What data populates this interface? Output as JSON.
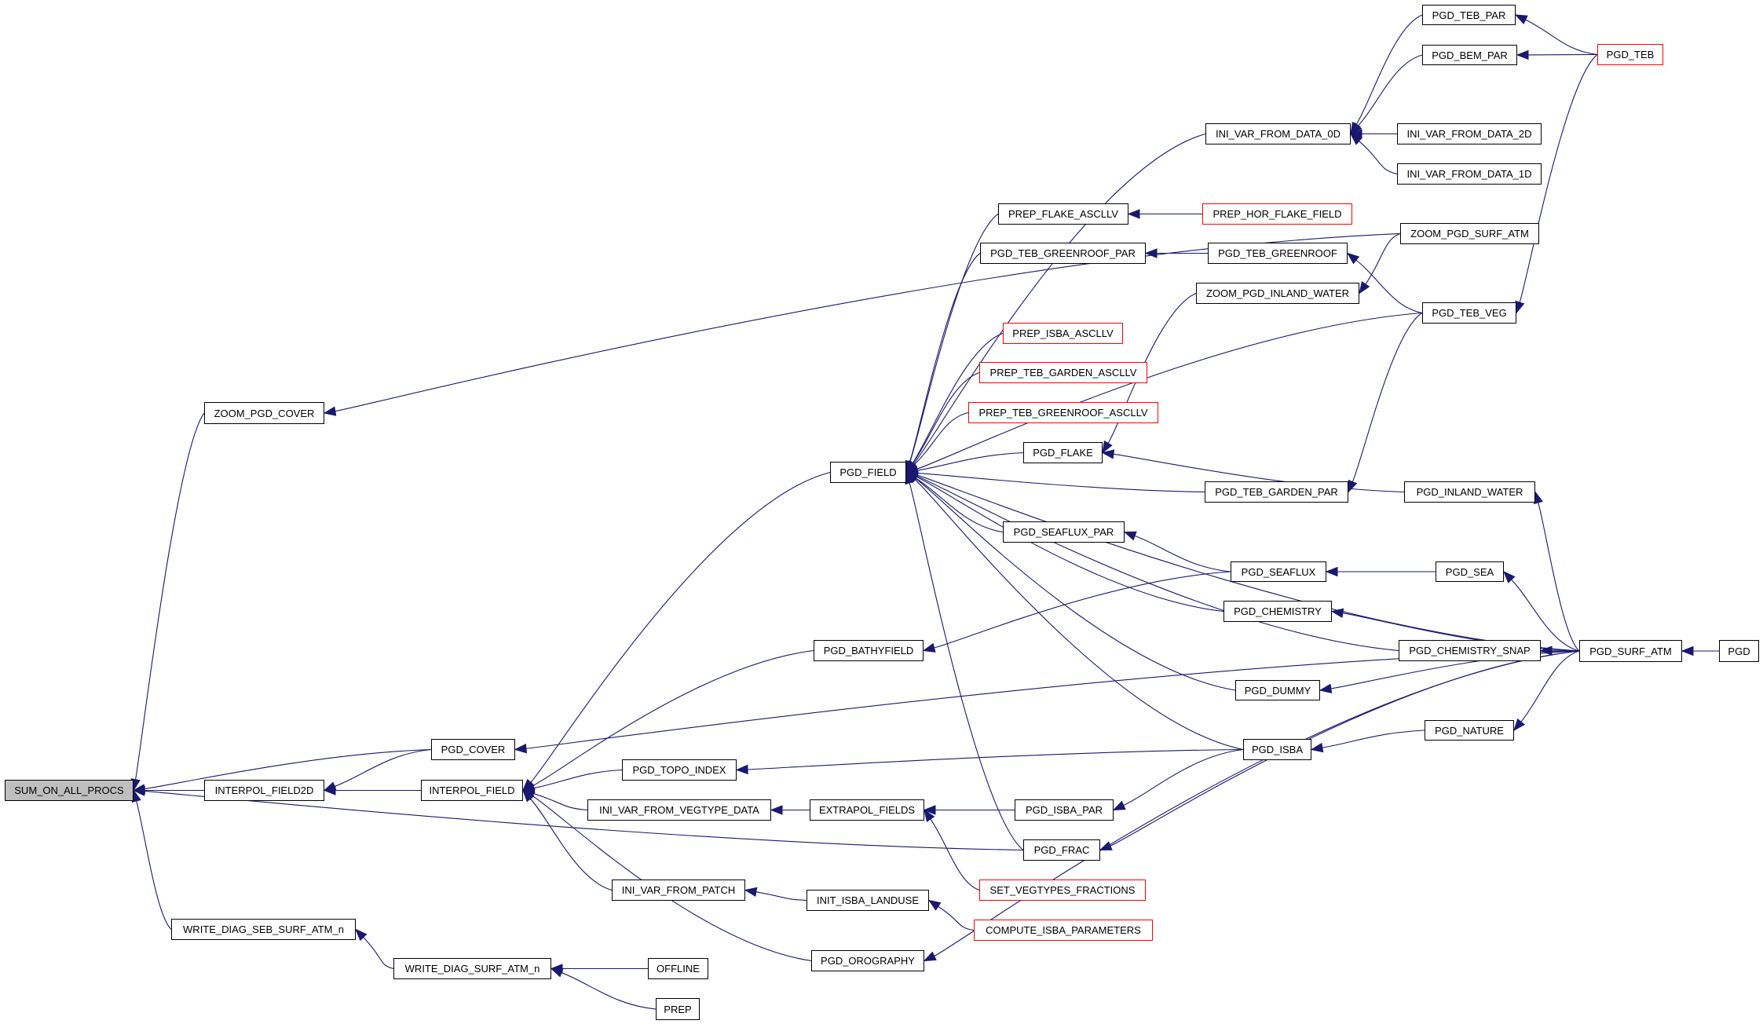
{
  "graph": {
    "type": "caller-graph",
    "root": "SUM_ON_ALL_PROCS",
    "colors": {
      "edge": "#191970",
      "current_fill": "#bfbfbf",
      "truncated_border": "#ff0000",
      "node_border": "#000000"
    },
    "nodes": [
      {
        "id": "SUM_ON_ALL_PROCS",
        "label": "SUM_ON_ALL_PROCS",
        "current": true
      },
      {
        "id": "ZOOM_PGD_COVER",
        "label": "ZOOM_PGD_COVER"
      },
      {
        "id": "INTERPOL_FIELD2D",
        "label": "INTERPOL_FIELD2D"
      },
      {
        "id": "WRITE_DIAG_SEB_SURF_ATM_n",
        "label": "WRITE_DIAG_SEB_SURF_ATM_n"
      },
      {
        "id": "PGD_COVER",
        "label": "PGD_COVER"
      },
      {
        "id": "INTERPOL_FIELD",
        "label": "INTERPOL_FIELD"
      },
      {
        "id": "WRITE_DIAG_SURF_ATM_n",
        "label": "WRITE_DIAG_SURF_ATM_n"
      },
      {
        "id": "PGD_TOPO_INDEX",
        "label": "PGD_TOPO_INDEX"
      },
      {
        "id": "INI_VAR_FROM_VEGTYPE_DATA",
        "label": "INI_VAR_FROM_VEGTYPE_DATA"
      },
      {
        "id": "INI_VAR_FROM_PATCH",
        "label": "INI_VAR_FROM_PATCH"
      },
      {
        "id": "OFFLINE",
        "label": "OFFLINE"
      },
      {
        "id": "PREP",
        "label": "PREP"
      },
      {
        "id": "PGD_FIELD",
        "label": "PGD_FIELD"
      },
      {
        "id": "PGD_BATHYFIELD",
        "label": "PGD_BATHYFIELD"
      },
      {
        "id": "EXTRAPOL_FIELDS",
        "label": "EXTRAPOL_FIELDS"
      },
      {
        "id": "INIT_ISBA_LANDUSE",
        "label": "INIT_ISBA_LANDUSE"
      },
      {
        "id": "PGD_OROGRAPHY",
        "label": "PGD_OROGRAPHY"
      },
      {
        "id": "PREP_FLAKE_ASCLLV",
        "label": "PREP_FLAKE_ASCLLV"
      },
      {
        "id": "PGD_TEB_GREENROOF_PAR",
        "label": "PGD_TEB_GREENROOF_PAR"
      },
      {
        "id": "PREP_ISBA_ASCLLV",
        "label": "PREP_ISBA_ASCLLV",
        "truncated": true
      },
      {
        "id": "PREP_TEB_GARDEN_ASCLLV",
        "label": "PREP_TEB_GARDEN_ASCLLV",
        "truncated": true
      },
      {
        "id": "PREP_TEB_GREENROOF_ASCLLV",
        "label": "PREP_TEB_GREENROOF_ASCLLV",
        "truncated": true
      },
      {
        "id": "PGD_FLAKE",
        "label": "PGD_FLAKE"
      },
      {
        "id": "PGD_SEAFLUX_PAR",
        "label": "PGD_SEAFLUX_PAR"
      },
      {
        "id": "PGD_ISBA_PAR",
        "label": "PGD_ISBA_PAR"
      },
      {
        "id": "PGD_FRAC",
        "label": "PGD_FRAC"
      },
      {
        "id": "SET_VEGTYPES_FRACTIONS",
        "label": "SET_VEGTYPES_FRACTIONS",
        "truncated": true
      },
      {
        "id": "COMPUTE_ISBA_PARAMETERS",
        "label": "COMPUTE_ISBA_PARAMETERS",
        "truncated": true
      },
      {
        "id": "INI_VAR_FROM_DATA_0D",
        "label": "INI_VAR_FROM_DATA_0D"
      },
      {
        "id": "PREP_HOR_FLAKE_FIELD",
        "label": "PREP_HOR_FLAKE_FIELD",
        "truncated": true
      },
      {
        "id": "PGD_TEB_GREENROOF",
        "label": "PGD_TEB_GREENROOF"
      },
      {
        "id": "ZOOM_PGD_INLAND_WATER",
        "label": "ZOOM_PGD_INLAND_WATER"
      },
      {
        "id": "PGD_TEB_GARDEN_PAR",
        "label": "PGD_TEB_GARDEN_PAR"
      },
      {
        "id": "PGD_SEAFLUX",
        "label": "PGD_SEAFLUX"
      },
      {
        "id": "PGD_CHEMISTRY",
        "label": "PGD_CHEMISTRY"
      },
      {
        "id": "PGD_DUMMY",
        "label": "PGD_DUMMY"
      },
      {
        "id": "PGD_ISBA",
        "label": "PGD_ISBA"
      },
      {
        "id": "PGD_TEB_PAR",
        "label": "PGD_TEB_PAR"
      },
      {
        "id": "PGD_BEM_PAR",
        "label": "PGD_BEM_PAR"
      },
      {
        "id": "INI_VAR_FROM_DATA_2D",
        "label": "INI_VAR_FROM_DATA_2D"
      },
      {
        "id": "INI_VAR_FROM_DATA_1D",
        "label": "INI_VAR_FROM_DATA_1D"
      },
      {
        "id": "ZOOM_PGD_SURF_ATM",
        "label": "ZOOM_PGD_SURF_ATM"
      },
      {
        "id": "PGD_TEB_VEG",
        "label": "PGD_TEB_VEG"
      },
      {
        "id": "PGD_INLAND_WATER",
        "label": "PGD_INLAND_WATER"
      },
      {
        "id": "PGD_SEA",
        "label": "PGD_SEA"
      },
      {
        "id": "PGD_CHEMISTRY_SNAP",
        "label": "PGD_CHEMISTRY_SNAP"
      },
      {
        "id": "PGD_NATURE",
        "label": "PGD_NATURE"
      },
      {
        "id": "PGD_TEB",
        "label": "PGD_TEB",
        "truncated": true
      },
      {
        "id": "PGD_SURF_ATM",
        "label": "PGD_SURF_ATM"
      },
      {
        "id": "PGD",
        "label": "PGD"
      }
    ],
    "edges": [
      {
        "from": "ZOOM_PGD_COVER",
        "to": "SUM_ON_ALL_PROCS"
      },
      {
        "from": "PGD_COVER",
        "to": "SUM_ON_ALL_PROCS"
      },
      {
        "from": "INTERPOL_FIELD2D",
        "to": "SUM_ON_ALL_PROCS"
      },
      {
        "from": "PGD_FRAC",
        "to": "SUM_ON_ALL_PROCS"
      },
      {
        "from": "WRITE_DIAG_SEB_SURF_ATM_n",
        "to": "SUM_ON_ALL_PROCS"
      },
      {
        "from": "ZOOM_PGD_SURF_ATM",
        "to": "ZOOM_PGD_COVER"
      },
      {
        "from": "PGD_COVER",
        "to": "INTERPOL_FIELD2D"
      },
      {
        "from": "INTERPOL_FIELD",
        "to": "INTERPOL_FIELD2D"
      },
      {
        "from": "WRITE_DIAG_SURF_ATM_n",
        "to": "WRITE_DIAG_SEB_SURF_ATM_n"
      },
      {
        "from": "PGD_SURF_ATM",
        "to": "PGD_COVER"
      },
      {
        "from": "PGD_FIELD",
        "to": "INTERPOL_FIELD"
      },
      {
        "from": "PGD_BATHYFIELD",
        "to": "INTERPOL_FIELD"
      },
      {
        "from": "PGD_TOPO_INDEX",
        "to": "INTERPOL_FIELD"
      },
      {
        "from": "INI_VAR_FROM_VEGTYPE_DATA",
        "to": "INTERPOL_FIELD"
      },
      {
        "from": "INI_VAR_FROM_PATCH",
        "to": "INTERPOL_FIELD"
      },
      {
        "from": "PGD_OROGRAPHY",
        "to": "INTERPOL_FIELD"
      },
      {
        "from": "OFFLINE",
        "to": "WRITE_DIAG_SURF_ATM_n"
      },
      {
        "from": "PREP",
        "to": "WRITE_DIAG_SURF_ATM_n"
      },
      {
        "from": "PGD_ISBA",
        "to": "PGD_TOPO_INDEX"
      },
      {
        "from": "EXTRAPOL_FIELDS",
        "to": "INI_VAR_FROM_VEGTYPE_DATA"
      },
      {
        "from": "INIT_ISBA_LANDUSE",
        "to": "INI_VAR_FROM_PATCH"
      },
      {
        "from": "INI_VAR_FROM_DATA_0D",
        "to": "PGD_FIELD"
      },
      {
        "from": "PREP_FLAKE_ASCLLV",
        "to": "PGD_FIELD"
      },
      {
        "from": "PGD_TEB_GREENROOF_PAR",
        "to": "PGD_FIELD"
      },
      {
        "from": "PGD_TEB_VEG",
        "to": "PGD_FIELD"
      },
      {
        "from": "PREP_ISBA_ASCLLV",
        "to": "PGD_FIELD"
      },
      {
        "from": "PREP_TEB_GARDEN_ASCLLV",
        "to": "PGD_FIELD"
      },
      {
        "from": "PREP_TEB_GREENROOF_ASCLLV",
        "to": "PGD_FIELD"
      },
      {
        "from": "PGD_FLAKE",
        "to": "PGD_FIELD"
      },
      {
        "from": "PGD_TEB_GARDEN_PAR",
        "to": "PGD_FIELD"
      },
      {
        "from": "PGD_SEAFLUX_PAR",
        "to": "PGD_FIELD"
      },
      {
        "from": "PGD_CHEMISTRY",
        "to": "PGD_FIELD"
      },
      {
        "from": "PGD_CHEMISTRY_SNAP",
        "to": "PGD_FIELD"
      },
      {
        "from": "PGD_DUMMY",
        "to": "PGD_FIELD"
      },
      {
        "from": "PGD_ISBA",
        "to": "PGD_FIELD"
      },
      {
        "from": "PGD_FRAC",
        "to": "PGD_FIELD"
      },
      {
        "from": "PGD_SURF_ATM",
        "to": "PGD_FIELD"
      },
      {
        "from": "PGD_SEAFLUX",
        "to": "PGD_BATHYFIELD"
      },
      {
        "from": "PGD_ISBA_PAR",
        "to": "EXTRAPOL_FIELDS"
      },
      {
        "from": "SET_VEGTYPES_FRACTIONS",
        "to": "EXTRAPOL_FIELDS"
      },
      {
        "from": "COMPUTE_ISBA_PARAMETERS",
        "to": "INIT_ISBA_LANDUSE"
      },
      {
        "from": "PGD_SURF_ATM",
        "to": "PGD_OROGRAPHY"
      },
      {
        "from": "PREP_HOR_FLAKE_FIELD",
        "to": "PREP_FLAKE_ASCLLV"
      },
      {
        "from": "PGD_TEB_GREENROOF",
        "to": "PGD_TEB_GREENROOF_PAR"
      },
      {
        "from": "ZOOM_PGD_INLAND_WATER",
        "to": "PGD_FLAKE"
      },
      {
        "from": "PGD_INLAND_WATER",
        "to": "PGD_FLAKE"
      },
      {
        "from": "PGD_SEAFLUX",
        "to": "PGD_SEAFLUX_PAR"
      },
      {
        "from": "PGD_ISBA",
        "to": "PGD_ISBA_PAR"
      },
      {
        "from": "PGD_SURF_ATM",
        "to": "PGD_FRAC"
      },
      {
        "from": "PGD_TEB_PAR",
        "to": "INI_VAR_FROM_DATA_0D"
      },
      {
        "from": "PGD_BEM_PAR",
        "to": "INI_VAR_FROM_DATA_0D"
      },
      {
        "from": "INI_VAR_FROM_DATA_2D",
        "to": "INI_VAR_FROM_DATA_0D"
      },
      {
        "from": "INI_VAR_FROM_DATA_1D",
        "to": "INI_VAR_FROM_DATA_0D"
      },
      {
        "from": "PGD_TEB_VEG",
        "to": "PGD_TEB_GREENROOF"
      },
      {
        "from": "ZOOM_PGD_SURF_ATM",
        "to": "ZOOM_PGD_INLAND_WATER"
      },
      {
        "from": "PGD_TEB_VEG",
        "to": "PGD_TEB_GARDEN_PAR"
      },
      {
        "from": "PGD_SEA",
        "to": "PGD_SEAFLUX"
      },
      {
        "from": "PGD_SURF_ATM",
        "to": "PGD_CHEMISTRY"
      },
      {
        "from": "PGD_SURF_ATM",
        "to": "PGD_DUMMY"
      },
      {
        "from": "PGD_NATURE",
        "to": "PGD_ISBA"
      },
      {
        "from": "PGD_TEB",
        "to": "PGD_TEB_PAR"
      },
      {
        "from": "PGD_TEB",
        "to": "PGD_BEM_PAR"
      },
      {
        "from": "PGD_TEB",
        "to": "PGD_TEB_VEG"
      },
      {
        "from": "PGD_SURF_ATM",
        "to": "PGD_INLAND_WATER"
      },
      {
        "from": "PGD_SURF_ATM",
        "to": "PGD_SEA"
      },
      {
        "from": "PGD_SURF_ATM",
        "to": "PGD_CHEMISTRY_SNAP"
      },
      {
        "from": "PGD_SURF_ATM",
        "to": "PGD_NATURE"
      },
      {
        "from": "PGD",
        "to": "PGD_SURF_ATM"
      }
    ]
  }
}
